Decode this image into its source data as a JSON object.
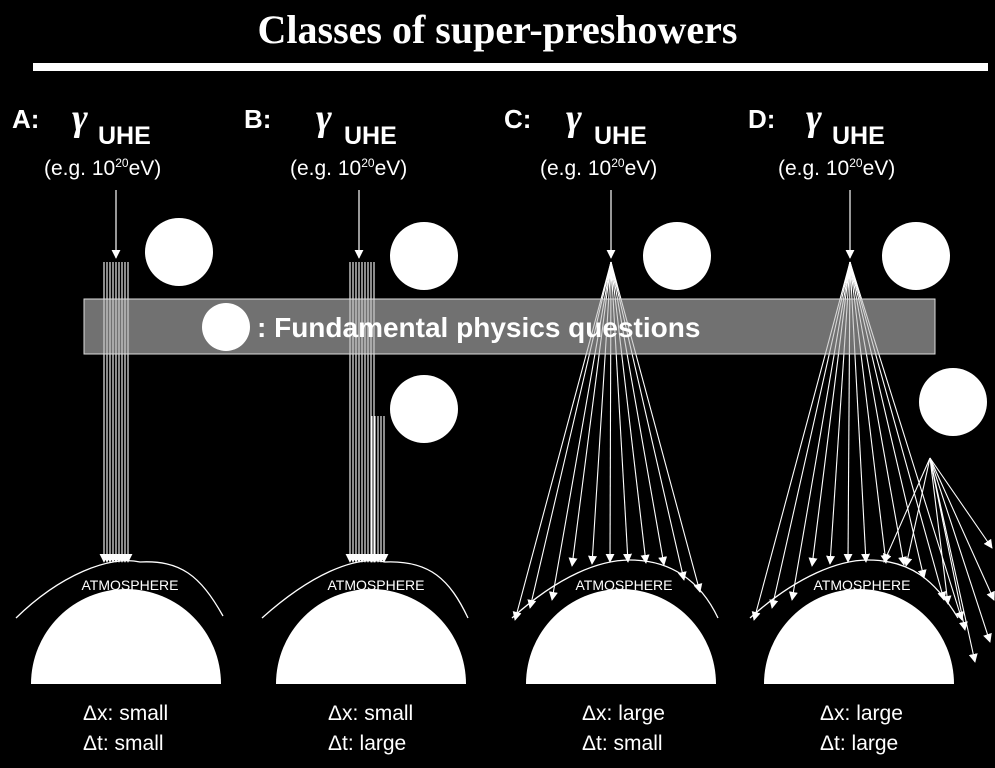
{
  "title": "Classes of super-preshowers",
  "banner": ": Fundamental physics questions",
  "atmosphere_label": "ATMOSPHERE",
  "particle": {
    "symbol": "γ",
    "subscript": "UHE"
  },
  "energy": {
    "prefix": "(e.g. 10",
    "exponent": "20",
    "suffix": "eV)"
  },
  "delta": "Δ",
  "panels": [
    {
      "label": "A:",
      "dx": "x: small",
      "dt": "t: small"
    },
    {
      "label": "B:",
      "dx": "x: small",
      "dt": "t: large"
    },
    {
      "label": "C:",
      "dx": "x: large",
      "dt": "t: small"
    },
    {
      "label": "D:",
      "dx": "x: large",
      "dt": "t: large"
    }
  ],
  "colors": {
    "background": "#000000",
    "foreground": "#ffffff",
    "banner": "#bdbdbd"
  }
}
